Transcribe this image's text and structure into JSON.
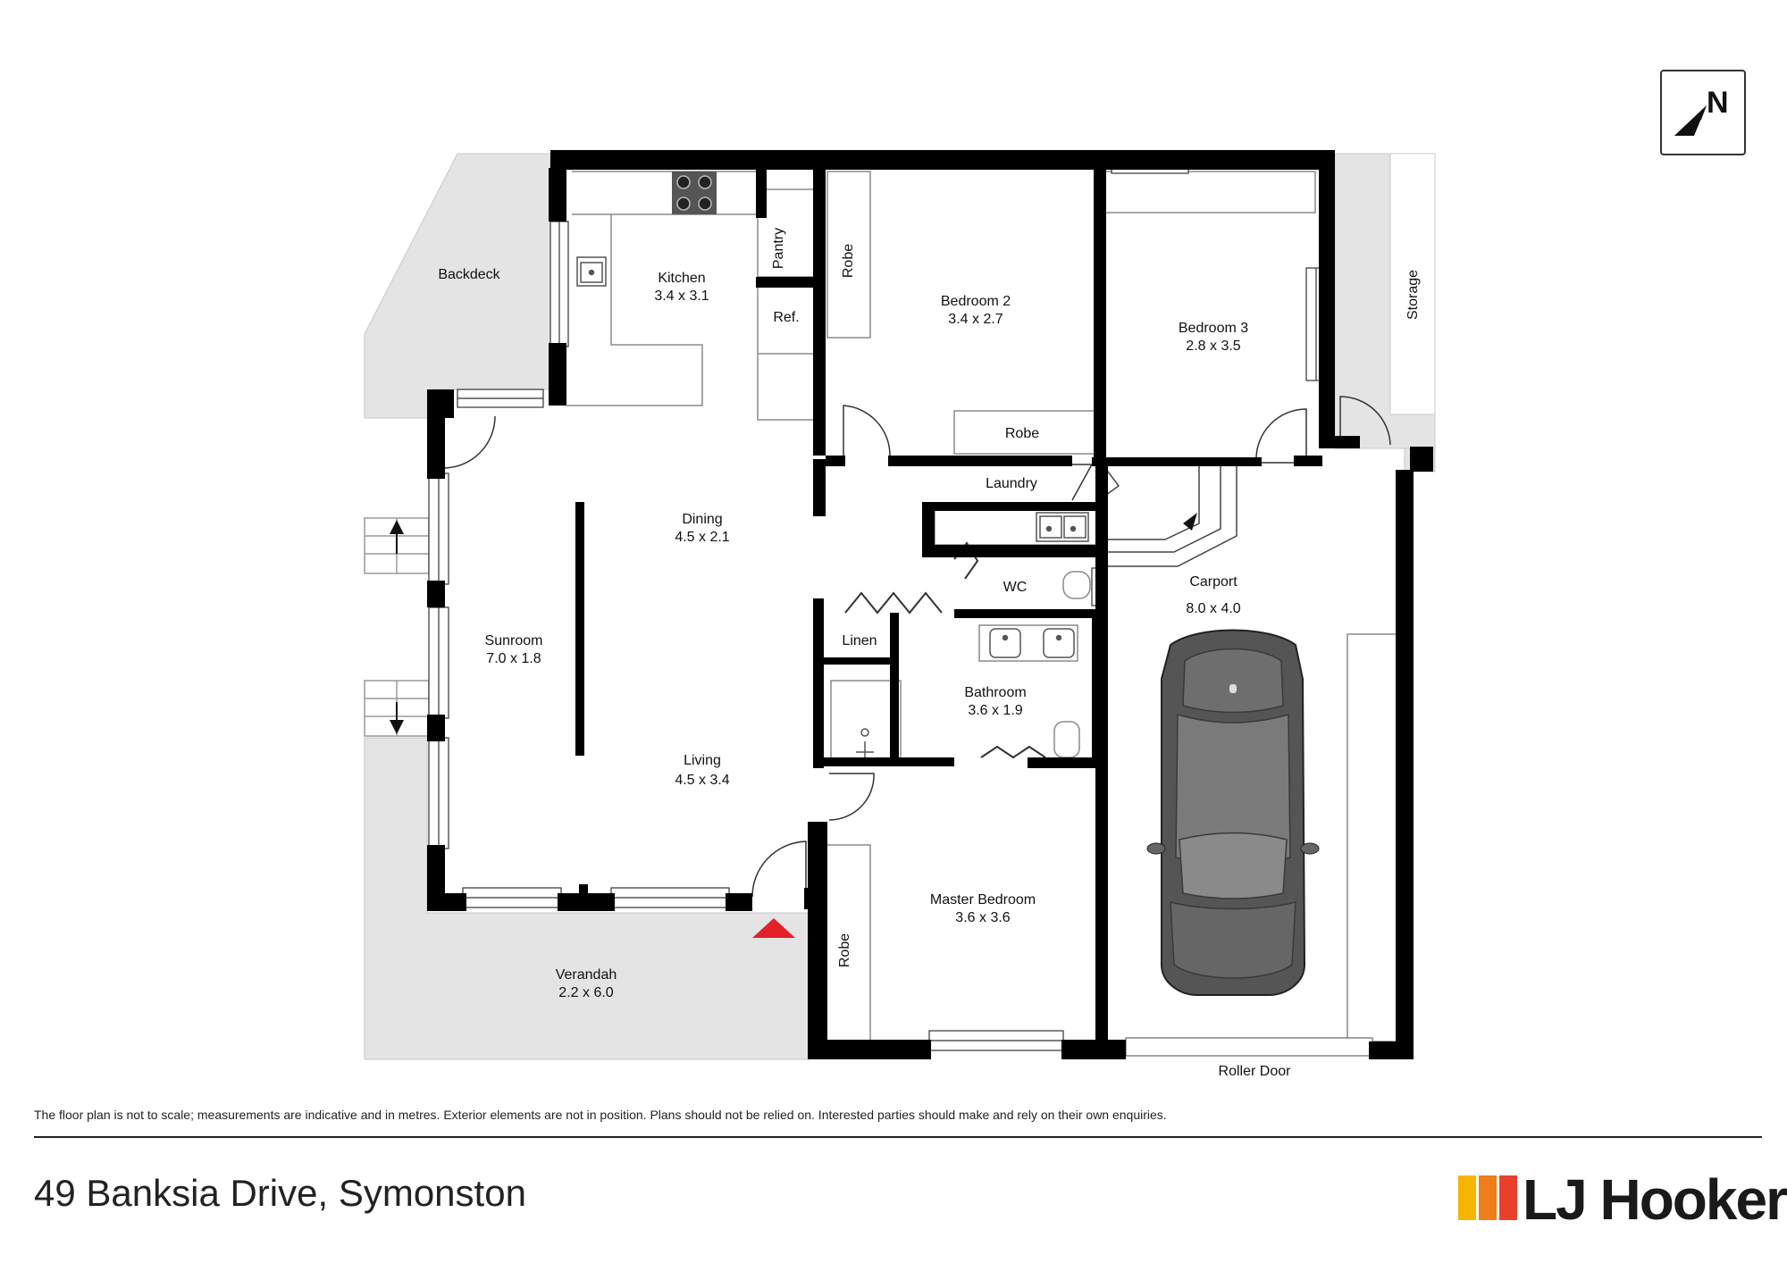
{
  "rooms": {
    "backdeck": {
      "name": "Backdeck"
    },
    "kitchen": {
      "name": "Kitchen",
      "size": "3.4 x 3.1"
    },
    "pantry": {
      "name": "Pantry"
    },
    "ref": {
      "name": "Ref."
    },
    "robe_bed2": {
      "name": "Robe"
    },
    "bedroom2": {
      "name": "Bedroom 2",
      "size": "3.4 x 2.7"
    },
    "robe_bed2_bottom": {
      "name": "Robe"
    },
    "bedroom3": {
      "name": "Bedroom 3",
      "size": "2.8 x 3.5"
    },
    "storage": {
      "name": "Storage"
    },
    "laundry": {
      "name": "Laundry"
    },
    "dining": {
      "name": "Dining",
      "size": "4.5 x 2.1"
    },
    "wc": {
      "name": "WC"
    },
    "carport": {
      "name": "Carport",
      "size": "8.0 x 4.0"
    },
    "sunroom": {
      "name": "Sunroom",
      "size": "7.0 x 1.8"
    },
    "linen": {
      "name": "Linen"
    },
    "bathroom": {
      "name": "Bathroom",
      "size": "3.6 x 1.9"
    },
    "living": {
      "name": "Living",
      "size": "4.5 x 3.4"
    },
    "master_bedroom": {
      "name": "Master Bedroom",
      "size": "3.6 x 3.6"
    },
    "robe_master": {
      "name": "Robe"
    },
    "verandah": {
      "name": "Verandah",
      "size": "2.2 x 6.0"
    },
    "roller_door": {
      "name": "Roller Door"
    }
  },
  "compass": {
    "label": "N"
  },
  "disclaimer": "The floor plan is not to scale; measurements are indicative and in metres. Exterior elements are not in position. Plans should not be relied on. Interested parties should make and rely on their own enquiries.",
  "address": "49 Banksia Drive, Symonston",
  "brand": {
    "name": "LJ Hooker",
    "bar_colors": [
      "#f7b500",
      "#f07d1a",
      "#e8402a"
    ]
  },
  "colors": {
    "wall": "#000000",
    "exterior_fill": "#e4e4e4",
    "car_body": "#5e5e5e",
    "entry_marker": "#e4202a"
  }
}
